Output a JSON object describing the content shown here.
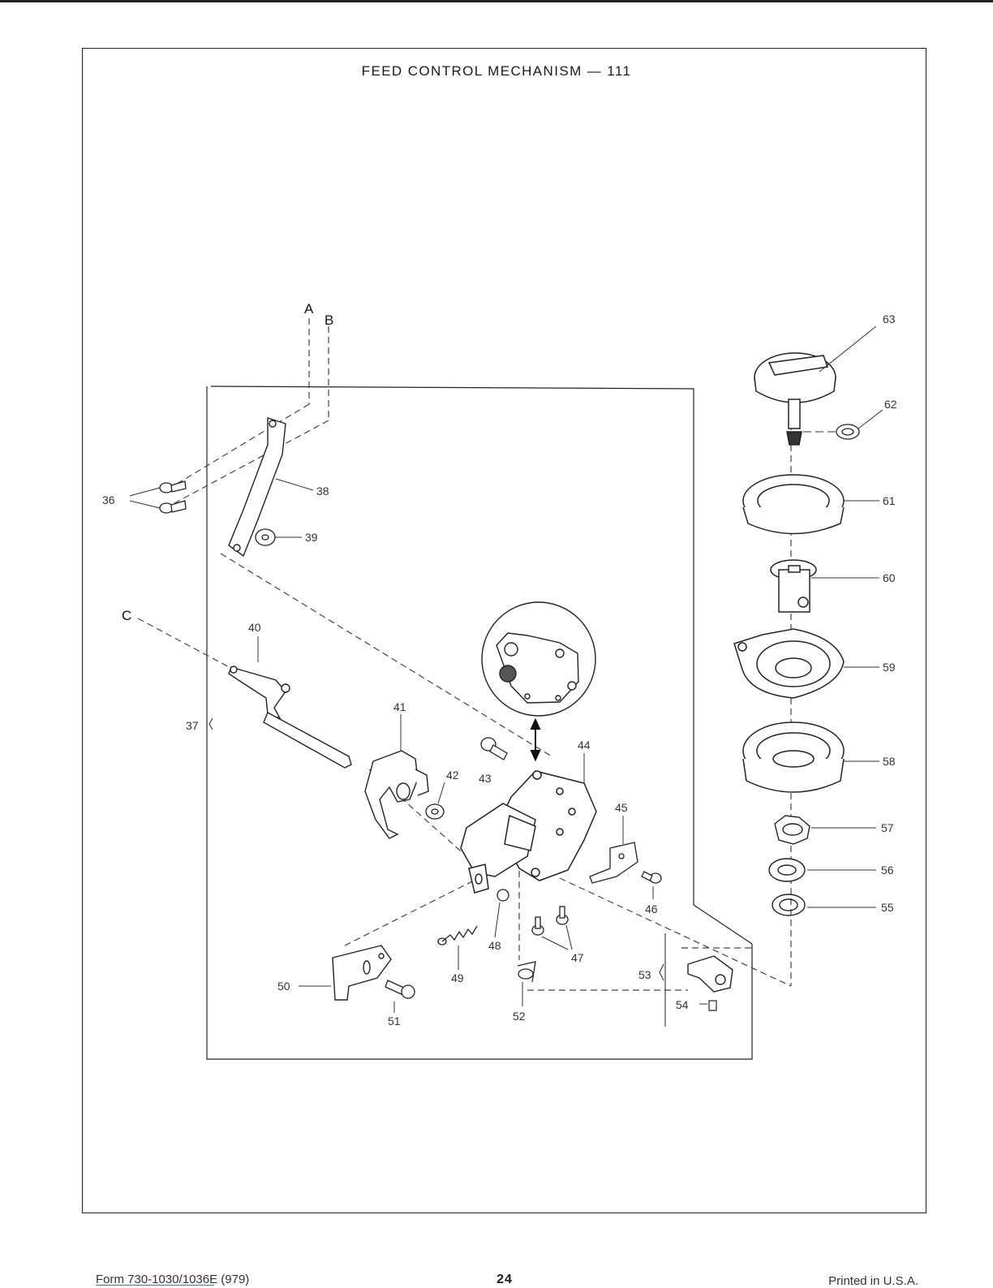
{
  "page": {
    "title": "FEED CONTROL MECHANISM — 111",
    "footer_form": "Form 730-1030/1036E (979)",
    "footer_page": "24",
    "footer_printed": "Printed in U.S.A."
  },
  "callouts": {
    "A": "A",
    "B": "B",
    "C": "C",
    "p36": "36",
    "p37": "37",
    "p38": "38",
    "p39": "39",
    "p40": "40",
    "p41": "41",
    "p42": "42",
    "p43": "43",
    "p44": "44",
    "p45": "45",
    "p46": "46",
    "p47": "47",
    "p48": "48",
    "p49": "49",
    "p50": "50",
    "p51": "51",
    "p52": "52",
    "p53": "53",
    "p54": "54",
    "p55": "55",
    "p56": "56",
    "p57": "57",
    "p58": "58",
    "p59": "59",
    "p60": "60",
    "p61": "61",
    "p62": "62",
    "p63": "63"
  }
}
